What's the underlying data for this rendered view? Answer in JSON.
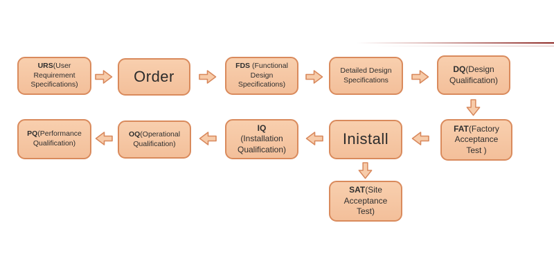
{
  "colors": {
    "node_fill": "#F5C6A3",
    "node_border": "#D98A5C",
    "text": "#2E2E2E",
    "accent_line": "#8C2622",
    "background": "#FFFFFF"
  },
  "nodes": [
    {
      "id": "urs",
      "bold": "URS",
      "rest": "(User\nRequirement\nSpecifications)"
    },
    {
      "id": "order",
      "bold": "",
      "rest": "Order"
    },
    {
      "id": "fds",
      "bold": "FDS",
      "rest": " (Functional\nDesign\nSpecifications)"
    },
    {
      "id": "dds",
      "bold": "",
      "rest": "Detailed Design\nSpecifications"
    },
    {
      "id": "dq",
      "bold": "DQ",
      "rest": "(Design\nQualification)"
    },
    {
      "id": "fat",
      "bold": "FAT",
      "rest": "(Factory\nAcceptance\nTest )"
    },
    {
      "id": "inistall",
      "bold": "",
      "rest": "Inistall"
    },
    {
      "id": "iq",
      "bold": "IQ",
      "rest": "\n(Installation\nQualification)"
    },
    {
      "id": "oq",
      "bold": "OQ",
      "rest": "(Operational\nQualification)"
    },
    {
      "id": "pq",
      "bold": "PQ",
      "rest": "(Performance\nQualification)"
    },
    {
      "id": "sat",
      "bold": "SAT",
      "rest": "(Site\nAcceptance\nTest)"
    }
  ],
  "flow": [
    {
      "from": "URS",
      "to": "Order",
      "direction": "right"
    },
    {
      "from": "Order",
      "to": "FDS",
      "direction": "right"
    },
    {
      "from": "FDS",
      "to": "Detailed Design Specifications",
      "direction": "right"
    },
    {
      "from": "Detailed Design Specifications",
      "to": "DQ",
      "direction": "right"
    },
    {
      "from": "DQ",
      "to": "FAT",
      "direction": "down"
    },
    {
      "from": "FAT",
      "to": "Inistall",
      "direction": "left"
    },
    {
      "from": "Inistall",
      "to": "IQ",
      "direction": "left"
    },
    {
      "from": "IQ",
      "to": "OQ",
      "direction": "left"
    },
    {
      "from": "OQ",
      "to": "PQ",
      "direction": "left"
    },
    {
      "from": "Inistall",
      "to": "SAT",
      "direction": "down"
    }
  ]
}
